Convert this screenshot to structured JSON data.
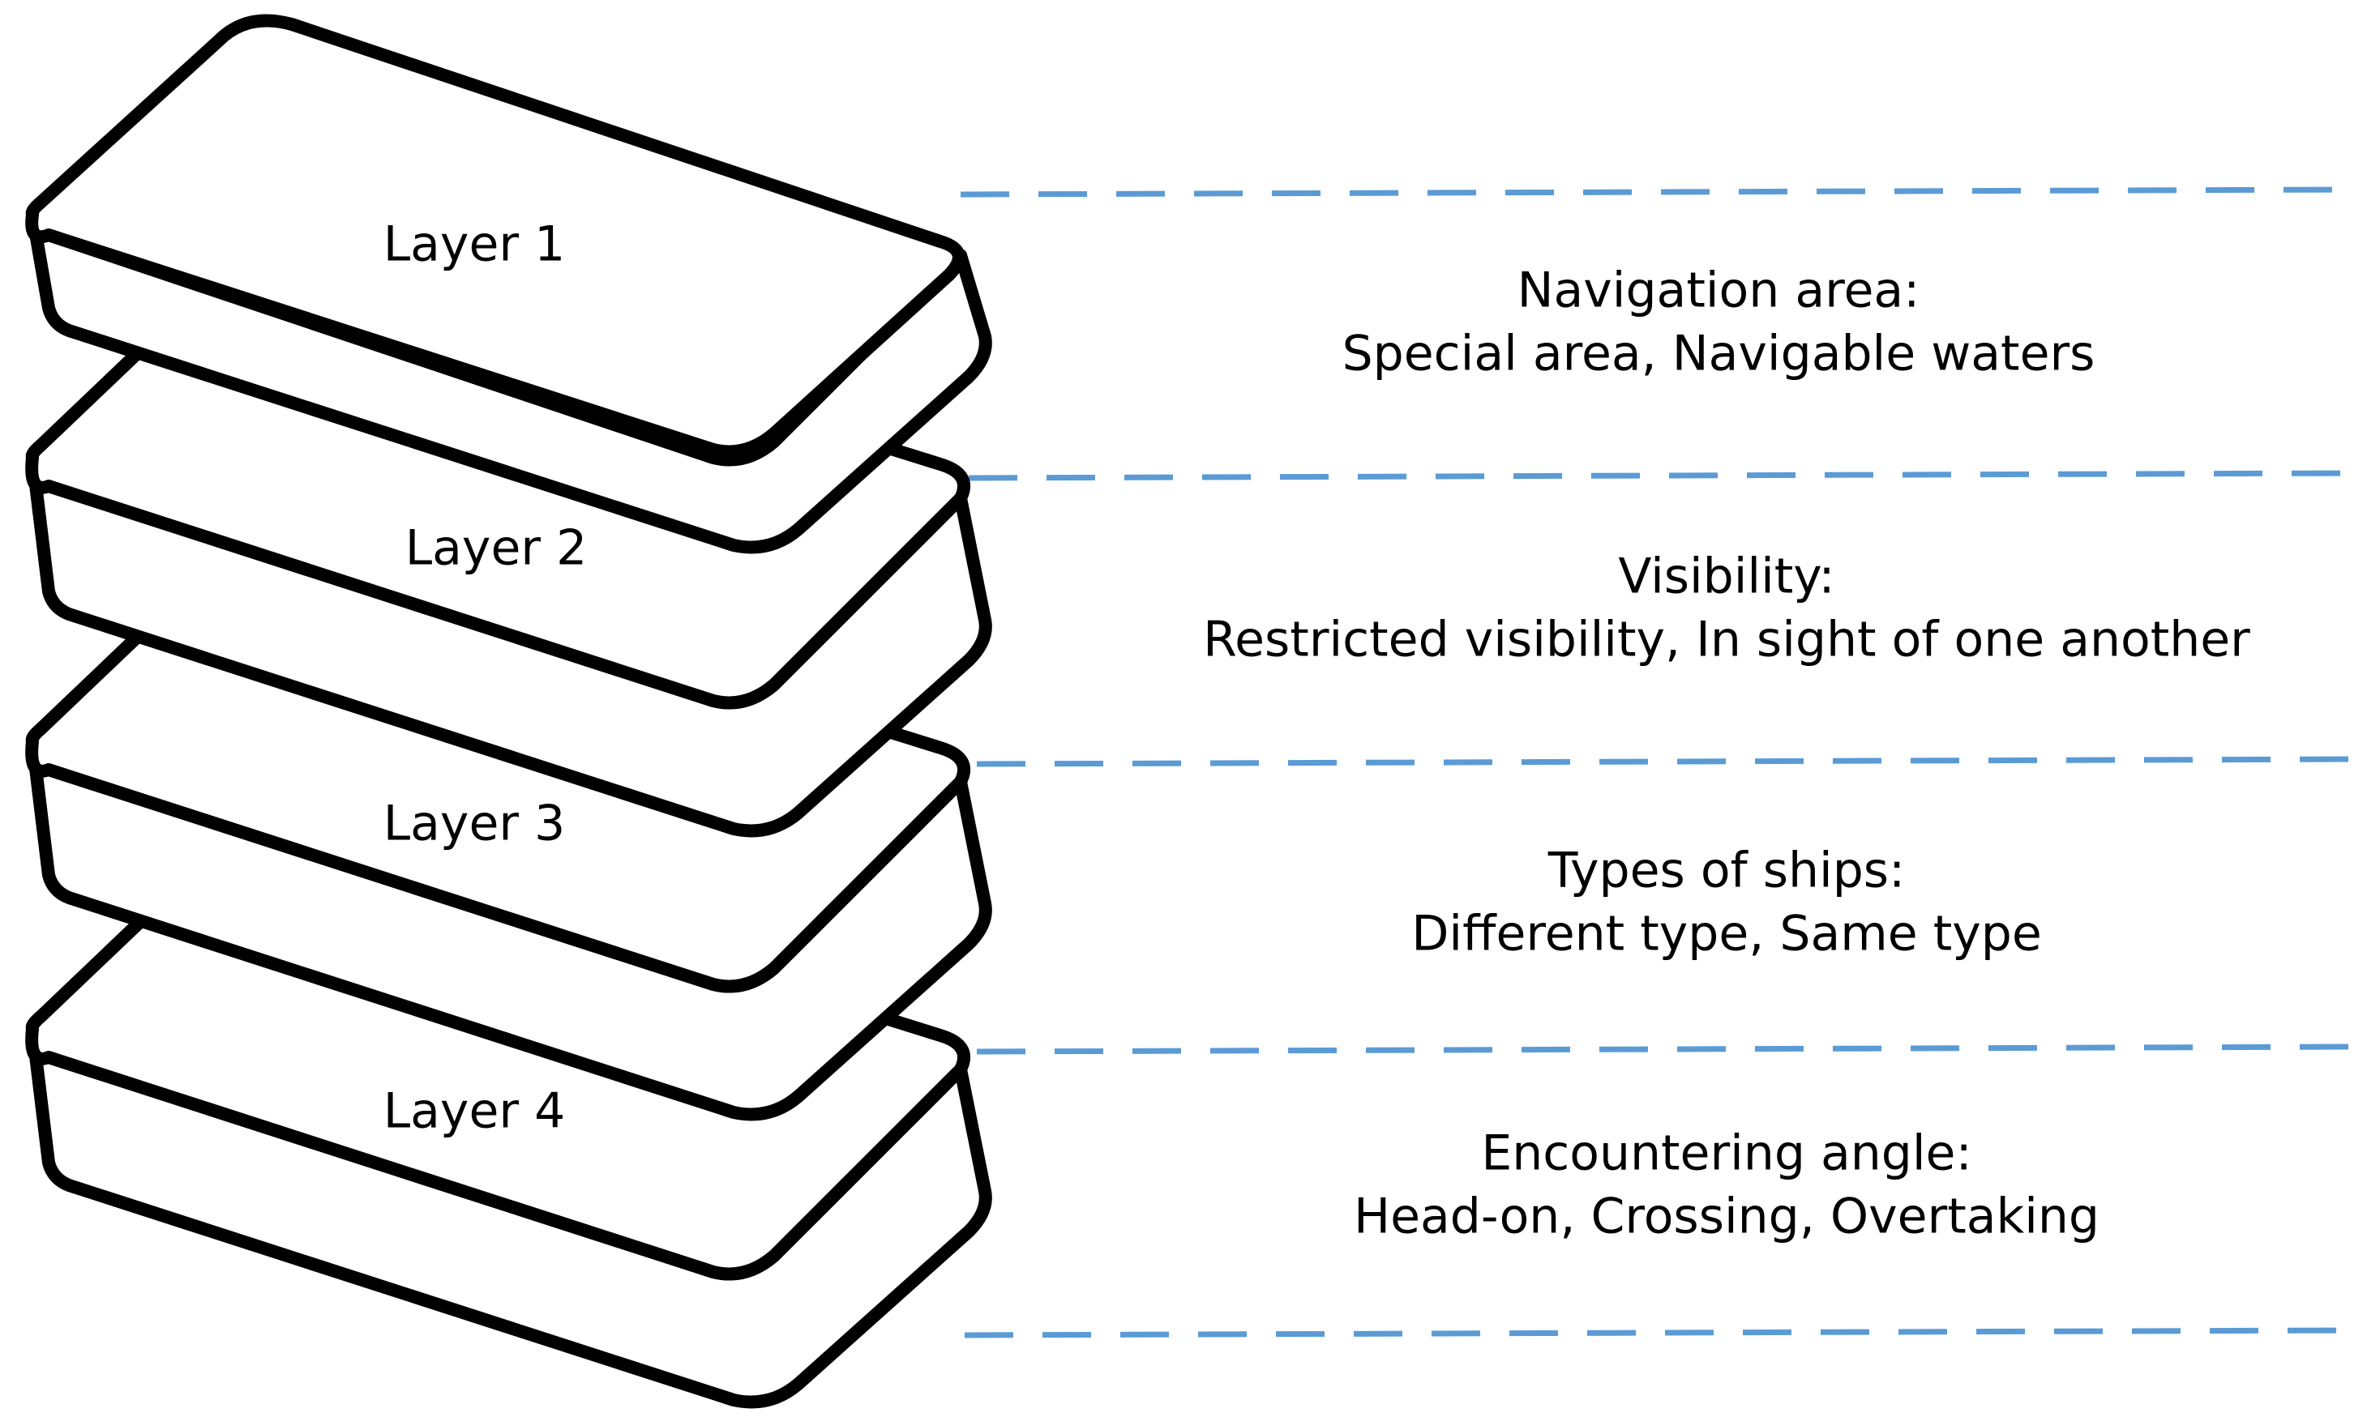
{
  "layers": [
    {
      "label": "Layer 1",
      "category": "Navigation area:",
      "values": "Special area, Navigable waters"
    },
    {
      "label": "Layer 2",
      "category": "Visibility:",
      "values": "Restricted visibility, In sight of one another"
    },
    {
      "label": "Layer 3",
      "category": "Types of ships:",
      "values": "Different type, Same type"
    },
    {
      "label": "Layer 4",
      "category": "Encountering angle:",
      "values": "Head-on, Crossing, Overtaking"
    }
  ],
  "colors": {
    "separator": "#5b9bd5",
    "outline": "#000000"
  }
}
